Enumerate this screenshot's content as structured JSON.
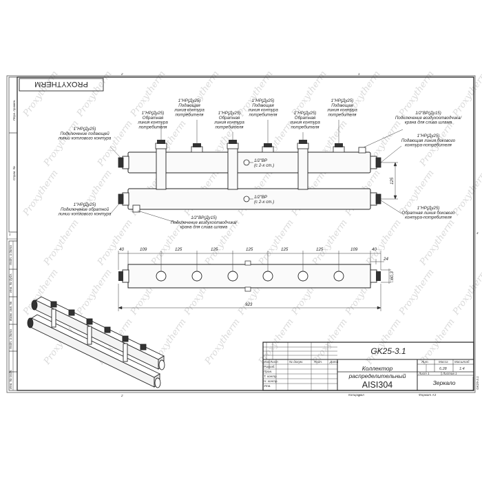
{
  "brand": "PROXYTHERM",
  "watermark": "Proxytherm",
  "labels": {
    "supply_boiler": [
      "1\"НР(Ду25)",
      "Подключение подающей",
      "линии котлового контура"
    ],
    "return_boiler": [
      "1\"НР(Ду25)",
      "Подключение обратной",
      "линии котлового контура"
    ],
    "return_consumer_1": [
      "1\"НР(Ду25)",
      "Обратная",
      "линия контура",
      "потребителя"
    ],
    "supply_consumer_1": [
      "1\"НР(Ду25)",
      "Подающая",
      "линия контура",
      "потребителя"
    ],
    "return_consumer_2": [
      "1\"НР(Ду25)",
      "Обратная",
      "линия контура",
      "потребителя"
    ],
    "supply_consumer_2": [
      "1\"НР(Ду25)",
      "Подающая",
      "линия контура",
      "потребителя"
    ],
    "return_consumer_3": [
      "1\"НР(Ду25)",
      "Обратная",
      "линия контура",
      "потребителя"
    ],
    "supply_consumer_3": [
      "1\"НР(Ду25)",
      "Подающая",
      "линия контура",
      "потребителя"
    ],
    "air_vent_top": [
      "1/2\"ВР(Ду15)",
      "Подключение воздухоотводчика/",
      "крана для слива шлама"
    ],
    "side_supply": [
      "1\"НР(Ду25)",
      "Подающая линия бокового",
      "контура-потребителя"
    ],
    "side_return": [
      "1\"НР(Ду25)",
      "Обратная линия бокового",
      "контура-потребителя"
    ],
    "air_vent_bottom": [
      "1/2\"ВР(Ду15)",
      "Подключение воздухоотводчика/",
      "крана для слива шлама"
    ],
    "bypass_top": [
      "1/2\"ВР",
      "(с 2-х ст.)"
    ],
    "bypass_bottom": [
      "1/2\"ВР",
      "(с 2-х ст.)"
    ]
  },
  "dimensions": {
    "spacing": [
      "40",
      "109",
      "125",
      "125",
      "125",
      "125",
      "125",
      "109",
      "40"
    ],
    "overall": "923",
    "height": "125",
    "side": "24",
    "pipe": "□60,3"
  },
  "title_block": {
    "code": "GK25-3.1",
    "name_line1": "Коллектор",
    "name_line2": "распределительный",
    "material": "AISI304",
    "finish": "Зеркало",
    "lit_label": "Лит.",
    "mass_label": "Масса",
    "scale_label": "Масштаб",
    "mass_value": "6.28",
    "scale_value": "1:4",
    "sheet": "Лист 1",
    "sheets": "Листов 1",
    "col_izm": "Изм",
    "col_list": "Лист",
    "col_doc": "№ докум.",
    "col_sign": "Подп.",
    "col_date": "Дата",
    "role_razrab": "Разраб.",
    "role_prov": "Пров.",
    "role_tkontr": "Т. контр.",
    "role_nkontr": "Н. контр.",
    "role_utv": "Утв.",
    "copied": "Копировал",
    "format": "Формат A3",
    "code_side": "GK25-3.1"
  },
  "side_stamps": [
    "Перв. примен.",
    "Справ. №",
    "Подп. и дата",
    "Инв. № дубл.",
    "Взам. инв. №",
    "Подп. и дата",
    "Инв. № подл."
  ],
  "zone_marks": [
    "2",
    "1",
    "4",
    "1",
    "2",
    "1"
  ]
}
